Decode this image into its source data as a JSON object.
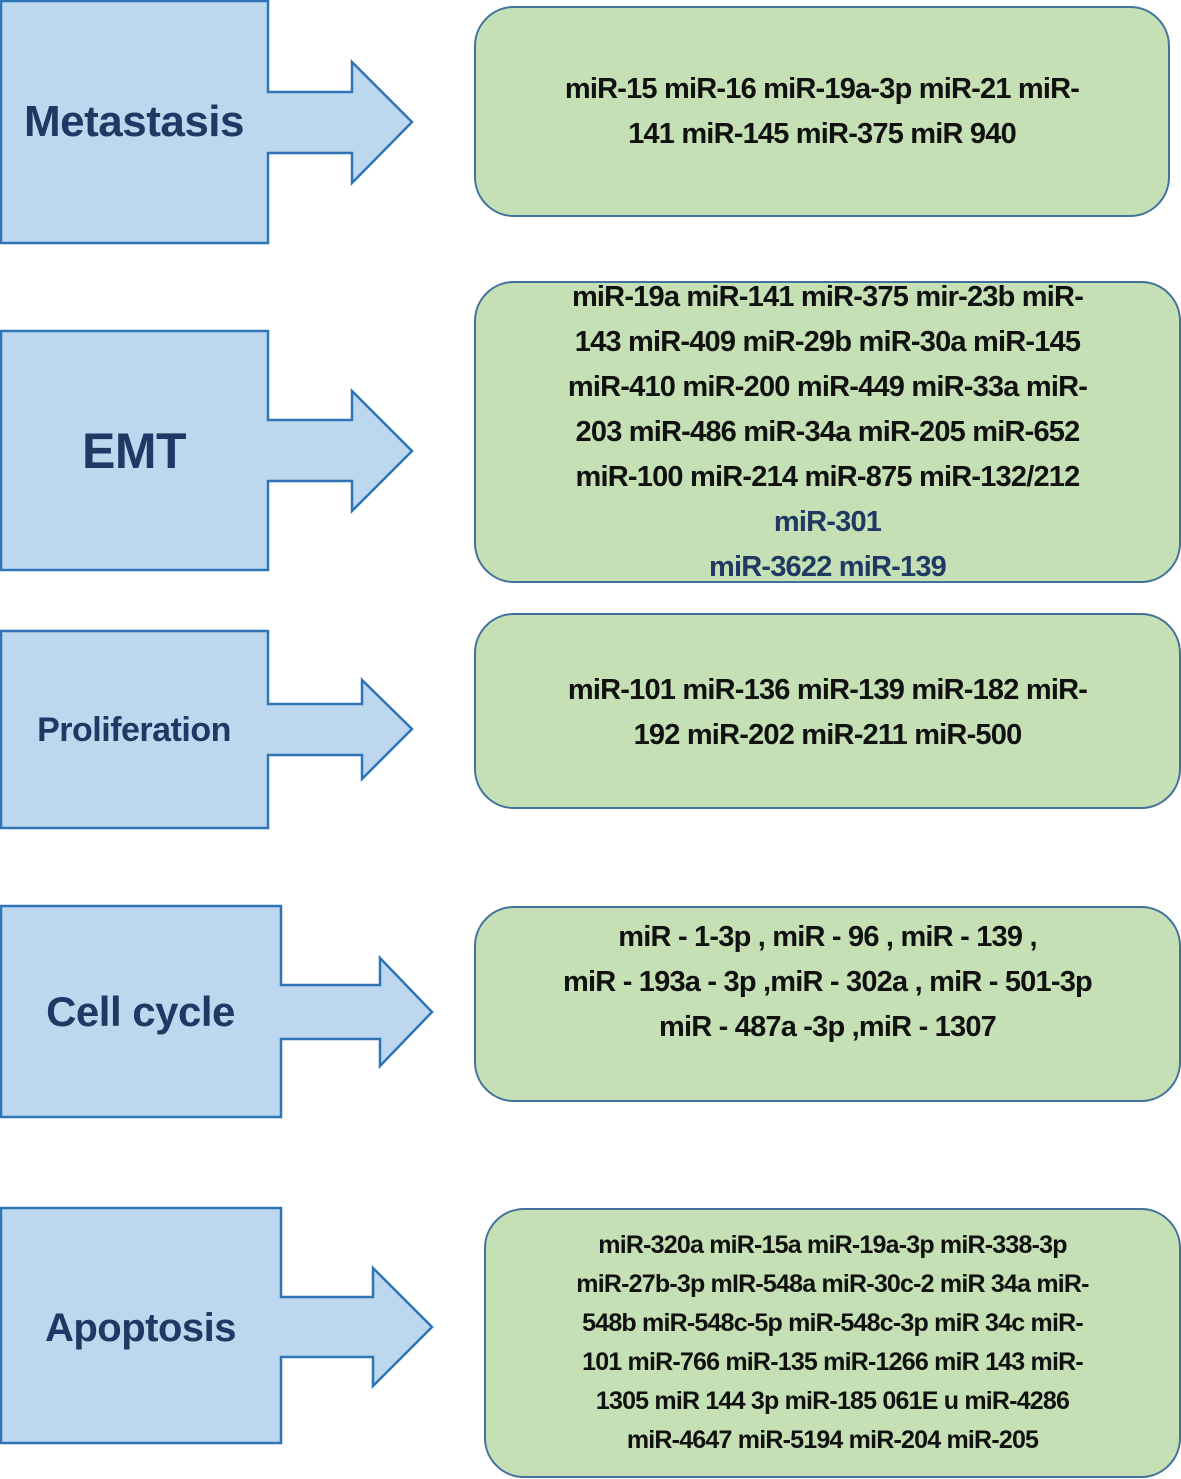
{
  "colors": {
    "callout_fill": "#bdd7ee",
    "callout_stroke": "#2e75b6",
    "label": "#1f3864",
    "box_fill": "#c5e0b4",
    "box_stroke": "#41719c"
  },
  "rows": [
    {
      "label": "Metastasis",
      "lines": [
        "miR-15 miR-16 miR-19a-3p miR-21 miR-",
        "141 miR-145 miR-375 miR 940"
      ]
    },
    {
      "label": "EMT",
      "lines": [
        "miR-19a miR-141 miR-375 mir-23b miR-",
        "143 miR-409 miR-29b miR-30a miR-145",
        "miR-410 miR-200 miR-449 miR-33a miR-",
        "203 miR-486 miR-34a miR-205 miR-652",
        "miR-100 miR-214 miR-875 miR-132/212"
      ],
      "blue_lines": [
        "miR-301",
        "miR-3622 miR-139"
      ]
    },
    {
      "label": "Proliferation",
      "lines": [
        "miR-101 miR-136 miR-139 miR-182 miR-",
        "192 miR-202 miR-211 miR-500"
      ]
    },
    {
      "label": "Cell cycle",
      "lines": [
        "miR - 1-3p , miR - 96 , miR - 139 ,",
        "miR - 193a - 3p ,miR - 302a , miR - 501-3p",
        "miR - 487a -3p ,miR - 1307"
      ]
    },
    {
      "label": "Apoptosis",
      "lines": [
        "miR-320a miR-15a miR-19a-3p miR-338-3p",
        "miR-27b-3p mIR-548a miR-30c-2 miR 34a miR-",
        "548b miR-548c-5p miR-548c-3p miR 34c miR-",
        "101 miR-766 miR-135 miR-1266 miR 143 miR-",
        "1305 miR 144 3p miR-185 061E u miR-4286",
        "miR-4647 miR-5194 miR-204 miR-205"
      ]
    }
  ]
}
